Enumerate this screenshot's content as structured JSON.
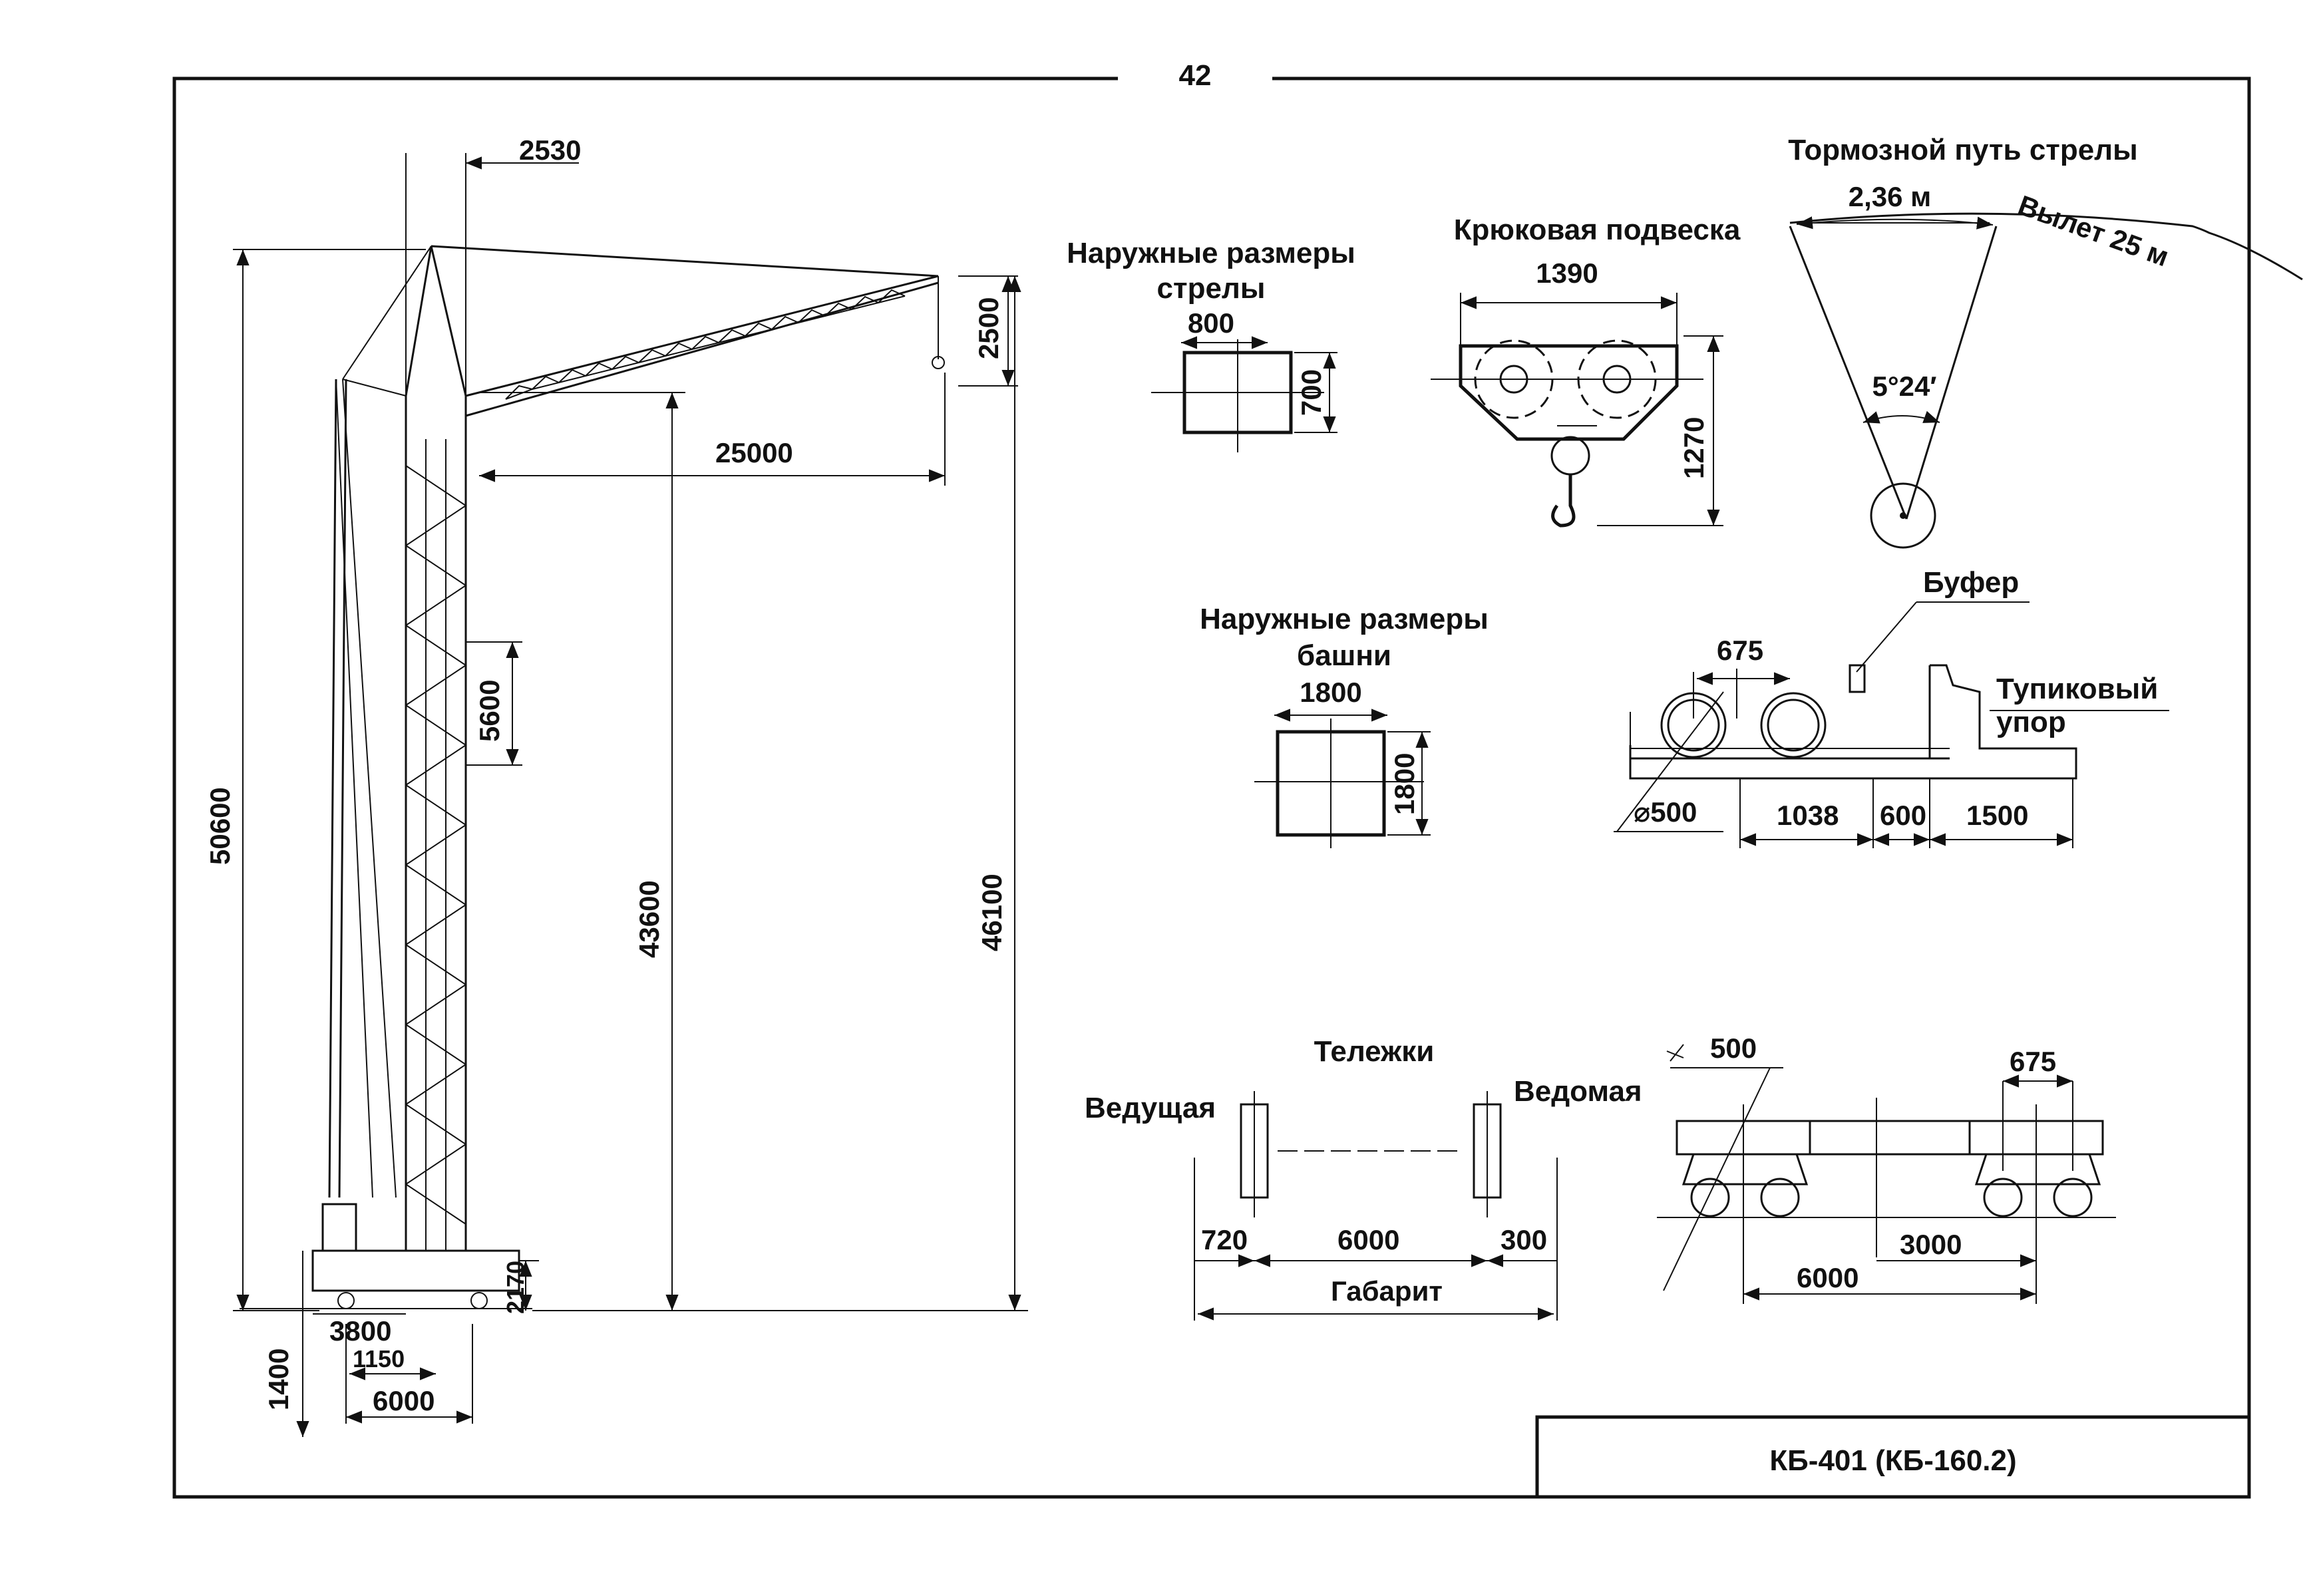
{
  "page_number": "42",
  "model_title": "КБ-401 (КБ-160.2)",
  "crane": {
    "dims": {
      "top_offset": "2530",
      "hook_height": "2500",
      "reach": "25000",
      "section": "5600",
      "total_height": "50600",
      "hook_lift": "43600",
      "boom_height": "46100",
      "base_height": "2170",
      "track_gauge": "3800",
      "wheel_height": "1400",
      "base_offset": "1150",
      "base_width": "6000"
    }
  },
  "boom_section": {
    "title_line1": "Наружные размеры",
    "title_line2": "стрелы",
    "width": "800",
    "height": "700"
  },
  "hook_block": {
    "title": "Крюковая подвеска",
    "width": "1390",
    "height": "1270"
  },
  "braking": {
    "title": "Тормозной путь стрелы",
    "arc_length": "2,36 м",
    "reach_label": "Вылет 25 м",
    "angle": "5°24′"
  },
  "tower_section": {
    "title_line1": "Наружные размеры",
    "title_line2": "башни",
    "width": "1800",
    "height": "1800"
  },
  "buffer": {
    "buffer_label": "Буфер",
    "stop_label_line1": "Тупиковый",
    "stop_label_line2": "упор",
    "wheel_spacing": "675",
    "wheel_diameter": "⌀500",
    "d1": "1038",
    "d2": "600",
    "d3": "1500"
  },
  "bogies_front": {
    "title": "Тележки",
    "driving": "Ведущая",
    "driven": "Ведомая",
    "left_offset": "720",
    "span": "6000",
    "right_offset": "300",
    "overall": "Габарит"
  },
  "bogies_side": {
    "wheel_diameter": "500",
    "wheel_spacing": "675",
    "half_span": "3000",
    "span": "6000"
  }
}
